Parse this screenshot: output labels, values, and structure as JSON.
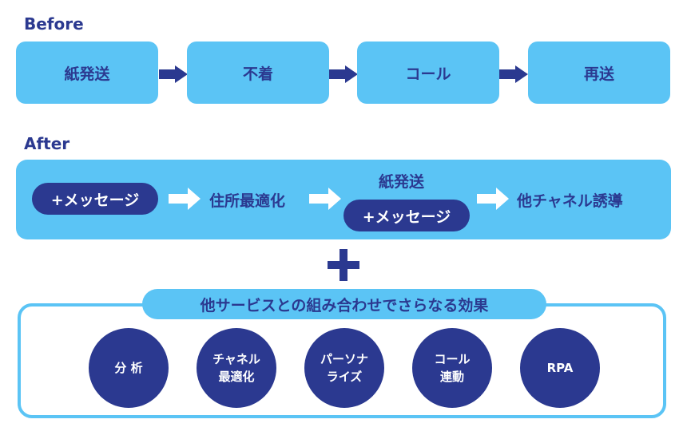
{
  "colors": {
    "navy": "#2b3990",
    "sky": "#5bc4f5",
    "white": "#ffffff"
  },
  "before": {
    "label": "Before",
    "steps": [
      "紙発送",
      "不着",
      "コール",
      "再送"
    ]
  },
  "after": {
    "label": "After",
    "step1": "+メッセージ",
    "step2": "住所最適化",
    "step3_top": "紙発送",
    "step3_pill": "+メッセージ",
    "step4": "他チャネル誘導"
  },
  "plus_icon": "plus-icon",
  "effects": {
    "title": "他サービスとの組み合わせでさらなる効果",
    "items": [
      {
        "line1": "分 析",
        "line2": ""
      },
      {
        "line1": "チャネル",
        "line2": "最適化"
      },
      {
        "line1": "パーソナ",
        "line2": "ライズ"
      },
      {
        "line1": "コール",
        "line2": "連動"
      },
      {
        "line1": "RPA",
        "line2": ""
      }
    ]
  }
}
